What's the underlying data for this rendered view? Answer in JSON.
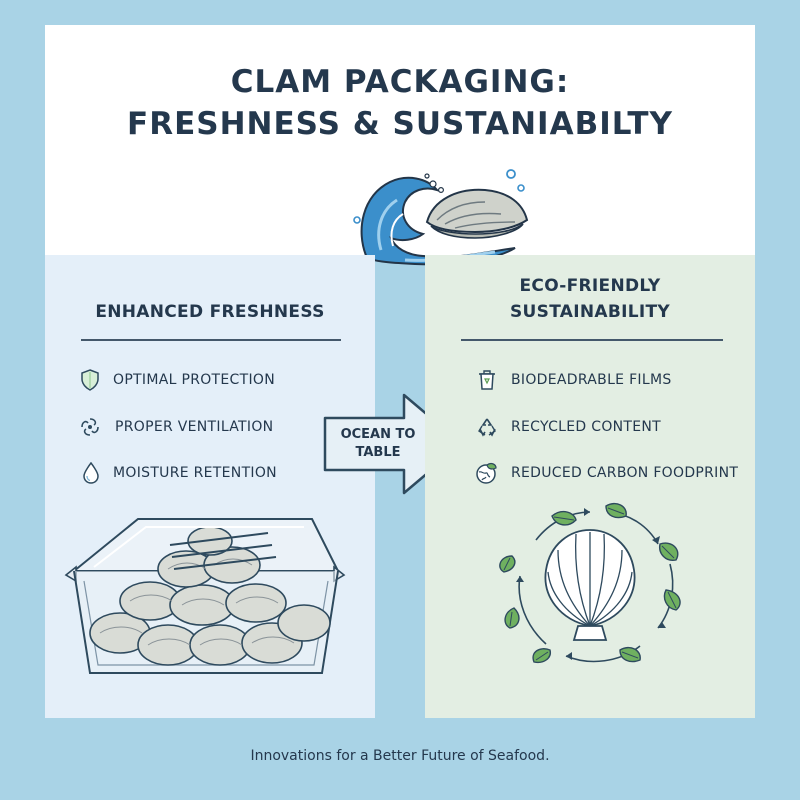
{
  "header": {
    "title_line1": "CLAM PACKAGING:",
    "title_line2": "FRESHNESS & SUSTANIABILTY",
    "hero_icon": "wave-and-clam-icon"
  },
  "left_panel": {
    "title": "ENHANCED FRESHNESS",
    "features": [
      {
        "label": "OPTIMAL PROTECTION",
        "icon": "shield-icon"
      },
      {
        "label": "PROPER VENTILATION",
        "icon": "ventilation-swirl-icon"
      },
      {
        "label": "MOISTURE RETENTION",
        "icon": "water-drop-icon"
      }
    ],
    "illustration": "clam-container-illustration"
  },
  "arrow": {
    "label_line1": "OCEAN TO",
    "label_line2": "TABLE"
  },
  "right_panel": {
    "title_line1": "ECO-FRIENDLY",
    "title_line2": "SUSTAINABILITY",
    "features": [
      {
        "label": "BIODEADRABLE FILMS",
        "icon": "trash-bin-icon"
      },
      {
        "label": "RECYCLED CONTENT",
        "icon": "recycle-icon"
      },
      {
        "label": "REDUCED CARBON FOODPRINT",
        "icon": "globe-leaf-icon"
      }
    ],
    "illustration": "shell-leaf-cycle-illustration"
  },
  "footer": {
    "tagline": "Innovations for a Better Future of Seafood."
  },
  "colors": {
    "background": "#a9d3e6",
    "header_bg": "#ffffff",
    "left_panel_bg": "#e4eff9",
    "right_panel_bg": "#e3eee3",
    "text": "#24384d",
    "accent_blue": "#3a8cc8",
    "accent_green": "#6fb060"
  }
}
